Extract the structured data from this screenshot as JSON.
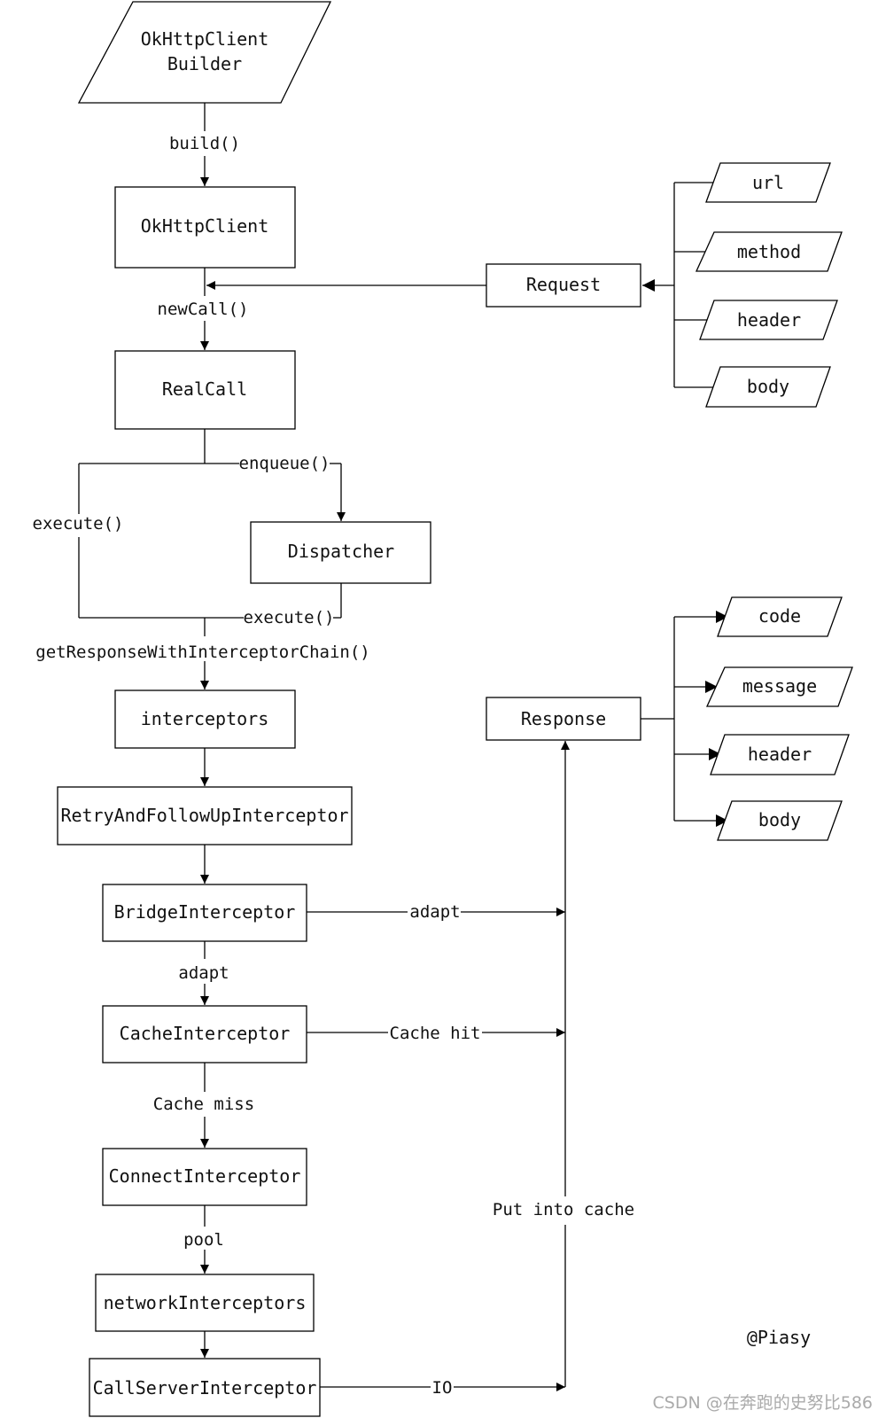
{
  "diagram": {
    "nodes": {
      "builder": [
        "OkHttpClient",
        "Builder"
      ],
      "client": "OkHttpClient",
      "realcall": "RealCall",
      "dispatcher": "Dispatcher",
      "interceptors": "interceptors",
      "retry": "RetryAndFollowUpInterceptor",
      "bridge": "BridgeInterceptor",
      "cache": "CacheInterceptor",
      "connect": "ConnectInterceptor",
      "network": "networkInterceptors",
      "callserver": "CallServerInterceptor",
      "request": "Request",
      "response": "Response"
    },
    "request_fields": [
      "url",
      "method",
      "header",
      "body"
    ],
    "response_fields": [
      "code",
      "message",
      "header",
      "body"
    ],
    "edge_labels": {
      "build": "build()",
      "newcall": "newCall()",
      "enqueue": "enqueue()",
      "execute_left": "execute()",
      "execute_dispatcher": "execute()",
      "getresponse": "getResponseWithInterceptorChain()",
      "adapt_down": "adapt",
      "adapt_right": "adapt",
      "cache_hit": "Cache hit",
      "cache_miss": "Cache miss",
      "pool": "pool",
      "put_cache": "Put into cache",
      "io": "IO"
    },
    "signature": "@Piasy",
    "watermark": "CSDN @在奔跑的史努比586"
  }
}
